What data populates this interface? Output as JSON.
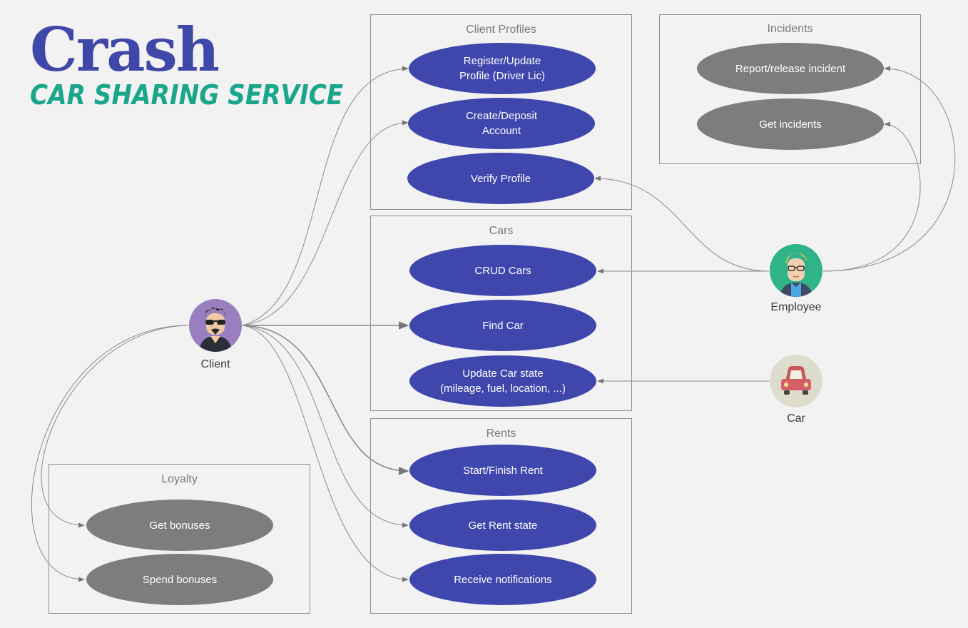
{
  "logo": {
    "title": "Crash",
    "subtitle": "CAR SHARING SERVICE"
  },
  "groups": {
    "client_profiles": {
      "title": "Client Profiles"
    },
    "incidents": {
      "title": "Incidents"
    },
    "cars": {
      "title": "Cars"
    },
    "rents": {
      "title": "Rents"
    },
    "loyalty": {
      "title": "Loyalty"
    }
  },
  "use_cases": {
    "register_profile": "Register/Update\nProfile (Driver Lic)",
    "create_account": "Create/Deposit\nAccount",
    "verify_profile": "Verify Profile",
    "report_incident": "Report/release incident",
    "get_incidents": "Get incidents",
    "crud_cars": "CRUD Cars",
    "find_car": "Find Car",
    "update_car_state": "Update Car state\n(mileage, fuel, location, ...)",
    "start_finish_rent": "Start/Finish Rent",
    "get_rent_state": "Get Rent state",
    "receive_notifications": "Receive notifications",
    "get_bonuses": "Get bonuses",
    "spend_bonuses": "Spend bonuses"
  },
  "actors": {
    "client": "Client",
    "employee": "Employee",
    "car": "Car"
  },
  "colors": {
    "use_case_primary": "#3f47ad",
    "use_case_secondary": "#7d7d7d",
    "brand_title": "#3f47a9",
    "brand_subtitle": "#1aa68a"
  }
}
